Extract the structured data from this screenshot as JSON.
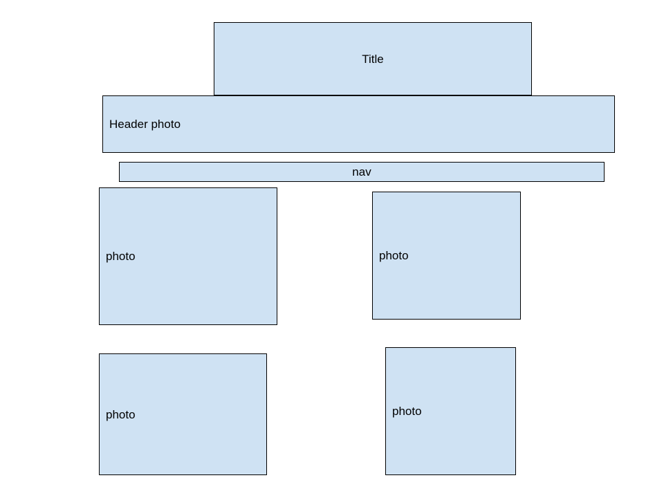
{
  "wireframe": {
    "title": "Title",
    "header_photo": "Header photo",
    "nav": "nav",
    "photos": [
      "photo",
      "photo",
      "photo",
      "photo"
    ]
  },
  "colors": {
    "box_fill": "#cfe2f3",
    "box_border": "#000000",
    "background": "#ffffff"
  }
}
